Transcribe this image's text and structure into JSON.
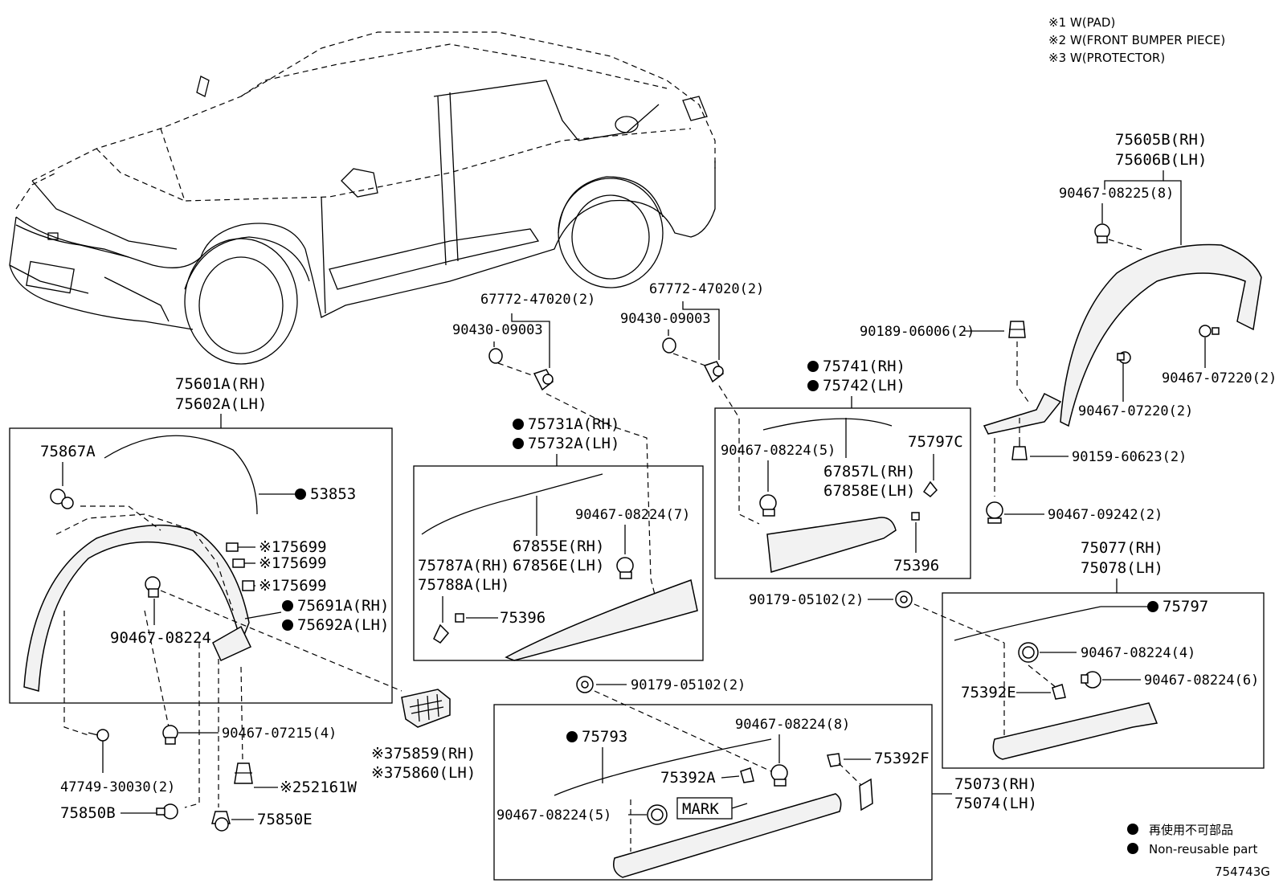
{
  "notes": [
    "※1 W(PAD)",
    "※2 W(FRONT BUMPER PIECE)",
    "※3 W(PROTECTOR)"
  ],
  "labels": {
    "p75605B": "75605B(RH)",
    "p75606B": "75606B(LH)",
    "p90467_08225": "90467-08225(8)",
    "p90189_06006": "90189-06006(2)",
    "p90467_07220a": "90467-07220(2)",
    "p90467_07220b": "90467-07220(2)",
    "p90159_60623": "90159-60623(2)",
    "p90467_09242": "90467-09242(2)",
    "p75077": "75077(RH)",
    "p75078": "75078(LH)",
    "p75797": "75797",
    "p90467_08224_4": "90467-08224(4)",
    "p90467_08224_6": "90467-08224(6)",
    "p75392E": "75392E",
    "p90179_05102a": "90179-05102(2)",
    "p67772_a": "67772-47020(2)",
    "p90430_a": "90430-09003",
    "p67772_b": "67772-47020(2)",
    "p90430_b": "90430-09003",
    "p75741": "75741(RH)",
    "p75742": "75742(LH)",
    "p90467_08224_5a": "90467-08224(5)",
    "p75797C": "75797C",
    "p67857L": "67857L(RH)",
    "p67858E": "67858E(LH)",
    "p75396a": "75396",
    "p75731A": "75731A(RH)",
    "p75732A": "75732A(LH)",
    "p90467_08224_7": "90467-08224(7)",
    "p67855E": "67855E(RH)",
    "p67856E": "67856E(LH)",
    "p75787A": "75787A(RH)",
    "p75788A": "75788A(LH)",
    "p75396b": "75396",
    "p75601A": "75601A(RH)",
    "p75602A": "75602A(LH)",
    "p75867A": "75867A",
    "p53853": "53853",
    "p75699a": "※175699",
    "p75699b": "※175699",
    "p75699c": "※175699",
    "p75691A": "75691A(RH)",
    "p75692A": "75692A(LH)",
    "p90467_08224": "90467-08224",
    "p90467_07215": "90467-07215(4)",
    "p47749": "47749-30030(2)",
    "p52161W": "※252161W",
    "p75850B": "75850B",
    "p75850E": "75850E",
    "p75859": "※375859(RH)",
    "p75860": "※375860(LH)",
    "p90179_05102b": "90179-05102(2)",
    "p75793": "75793",
    "p90467_08224_8": "90467-08224(8)",
    "p75392A": "75392A",
    "p75392F": "75392F",
    "p90467_08224_5b": "90467-08224(5)",
    "p_mark": "MARK",
    "p75073": "75073(RH)",
    "p75074": "75074(LH)"
  },
  "legend": {
    "jp": "再使用不可部品",
    "en": "Non-reusable part"
  },
  "figure_id": "754743G"
}
